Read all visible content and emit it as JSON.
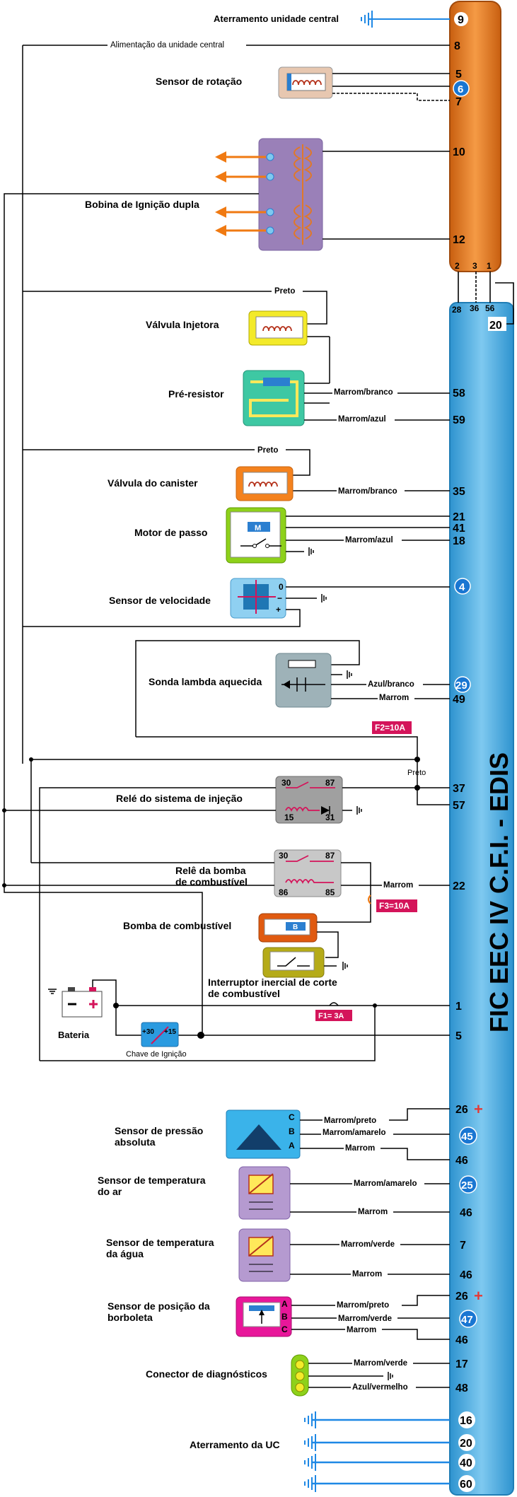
{
  "title": "FIC EEC IV C.F.I. - EDIS",
  "top_pins": {
    "p9": "9",
    "p8": "8",
    "p5": "5",
    "p6": "6",
    "p7": "7",
    "p10": "10",
    "p12": "12",
    "c2": "2",
    "c3": "3",
    "c1": "1"
  },
  "main_pins": {
    "m28": "28",
    "m36": "36",
    "m56": "56",
    "m20": "20",
    "m58": "58",
    "m59": "59",
    "m35": "35",
    "m21": "21",
    "m41": "41",
    "m18": "18",
    "m4": "4",
    "m29": "29",
    "m49": "49",
    "m37": "37",
    "m57": "57",
    "m22": "22",
    "m1": "1",
    "m5": "5",
    "m26a": "26",
    "m45": "45",
    "m46a": "46",
    "m25": "25",
    "m46b": "46",
    "m7": "7",
    "m46c": "46",
    "m26b": "26",
    "m47": "47",
    "m46d": "46",
    "m17": "17",
    "m48": "48",
    "m16": "16",
    "m20b": "20",
    "m40": "40",
    "m60": "60"
  },
  "components": {
    "aterramento_central": "Aterramento unidade central",
    "alimentacao": "Alimentação da unidade central",
    "sensor_rotacao": "Sensor de rotação",
    "bobina": "Bobina de Ignição dupla",
    "valvula_injetora": "Válvula Injetora",
    "pre_resistor": "Pré-resistor",
    "valvula_canister": "Válvula do canister",
    "motor_passo": "Motor de passo",
    "sensor_velocidade": "Sensor de velocidade",
    "sonda_lambda": "Sonda lambda aquecida",
    "rele_injecao": "Relé do sistema de injeção",
    "rele_bomba_1": "Relê da bomba",
    "rele_bomba_2": "de combustível",
    "bomba": "Bomba de combustível",
    "interruptor_1": "Interruptor inercial de corte",
    "interruptor_2": "de combustível",
    "bateria": "Bateria",
    "chave": "Chave de Ignição",
    "sensor_pressao_1": "Sensor de pressão",
    "sensor_pressao_2": "absoluta",
    "sensor_ar_1": "Sensor de temperatura",
    "sensor_ar_2": "do ar",
    "sensor_agua_1": "Sensor de temperatura",
    "sensor_agua_2": "da água",
    "sensor_borboleta_1": "Sensor de posição da",
    "sensor_borboleta_2": "borboleta",
    "conector_diag": "Conector de diagnósticos",
    "aterramento_uc": "Aterramento da UC"
  },
  "wire_labels": {
    "preto1": "Preto",
    "preto2": "Preto",
    "preto3": "Preto",
    "mb1": "Marrom/branco",
    "ma1": "Marrom/azul",
    "mb2": "Marrom/branco",
    "ma2": "Marrom/azul",
    "azb": "Azul/branco",
    "marrom1": "Marrom",
    "marrom2": "Marrom",
    "mp1": "Marrom/preto",
    "mam1": "Marrom/amarelo",
    "marrom3": "Marrom",
    "mam2": "Marrom/amarelo",
    "marrom4": "Marrom",
    "mv1": "Marrom/verde",
    "marrom5": "Marrom",
    "mp2": "Marrom/preto",
    "mv2": "Marrom/verde",
    "marrom6": "Marrom",
    "mv3": "Marrom/verde",
    "azv": "Azul/vermelho"
  },
  "fuses": {
    "f1": "F1= 3A",
    "f2": "F2=10A",
    "f3": "F3=10A"
  },
  "relay_pins": {
    "r30": "30",
    "r87": "87",
    "r15": "15",
    "r31": "31",
    "b30": "30",
    "b87": "87",
    "b86": "86",
    "b85": "85"
  },
  "misc": {
    "speed0": "0",
    "speedminus": "−",
    "speedplus": "+",
    "msym": "M",
    "bsym": "B",
    "key30": "+30",
    "key15": "+15",
    "pa": "C",
    "pb": "B",
    "pc": "A",
    "ta": "A",
    "tb": "B",
    "tc": "C"
  },
  "colors": {
    "ecu_orange": "#e07a20",
    "ecu_blue": "#3aa7dc",
    "ground_blue": "#1e88e5",
    "fuse_red": "#d4145a",
    "arrow_orange": "#f07a12"
  }
}
